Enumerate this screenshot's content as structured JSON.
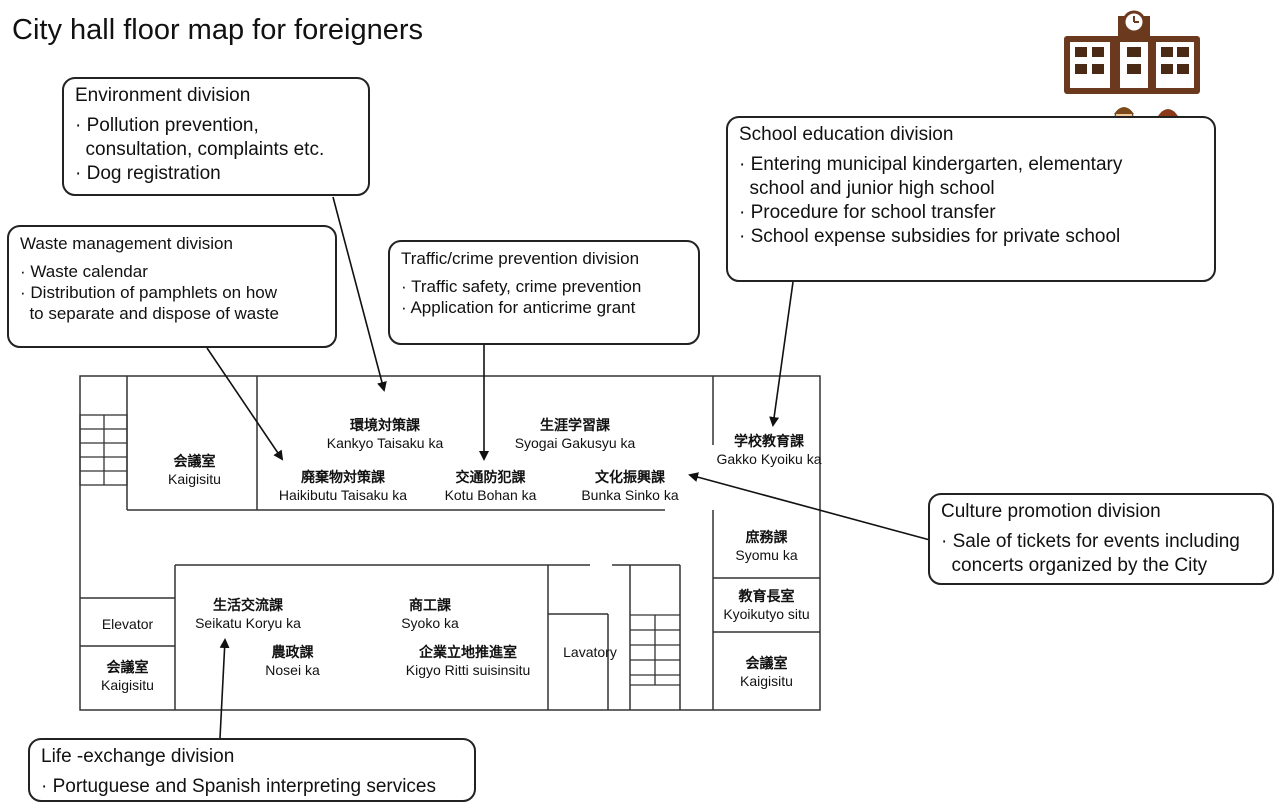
{
  "title": "City hall floor map for foreigners",
  "callouts": {
    "environment": {
      "heading": "Environment division",
      "items": [
        "· Pollution prevention,",
        "  consultation, complaints etc.",
        "· Dog registration"
      ]
    },
    "waste": {
      "heading": "Waste management division",
      "items": [
        "· Waste calendar",
        "· Distribution of pamphlets on how",
        "  to separate and dispose of waste"
      ]
    },
    "traffic": {
      "heading": "Traffic/crime prevention division",
      "items": [
        "· Traffic safety, crime prevention",
        "· Application for anticrime grant"
      ]
    },
    "school": {
      "heading": "School education division",
      "items": [
        "· Entering municipal kindergarten, elementary",
        "  school and junior high school",
        "· Procedure for school transfer",
        "· School expense subsidies for private school"
      ]
    },
    "culture": {
      "heading": "Culture promotion division",
      "items": [
        "· Sale of tickets for events including",
        "  concerts organized by the City"
      ]
    },
    "life": {
      "heading": "Life -exchange division",
      "items": [
        "· Portuguese and Spanish interpreting services"
      ]
    }
  },
  "rooms": {
    "kaigi1": {
      "jp": "会議室",
      "en": "Kaigisitu"
    },
    "kankyo": {
      "jp": "環境対策課",
      "en": "Kankyo  Taisaku ka"
    },
    "syogai": {
      "jp": "生涯学習課",
      "en": "Syogai Gakusyu ka"
    },
    "gakko": {
      "jp": "学校教育課",
      "en": "Gakko Kyoiku ka"
    },
    "haikibutu": {
      "jp": "廃棄物対策課",
      "en": "Haikibutu  Taisaku ka"
    },
    "kotu": {
      "jp": "交通防犯課",
      "en": "Kotu Bohan ka"
    },
    "bunka": {
      "jp": "文化振興課",
      "en": "Bunka Sinko ka"
    },
    "syomu": {
      "jp": "庶務課",
      "en": "Syomu ka"
    },
    "kyoikutyo": {
      "jp": "教育長室",
      "en": "Kyoikutyo situ"
    },
    "seikatu": {
      "jp": "生活交流課",
      "en": "Seikatu Koryu ka"
    },
    "syoko": {
      "jp": "商工課",
      "en": "Syoko ka"
    },
    "nosei": {
      "jp": "農政課",
      "en": "Nosei ka"
    },
    "kigyo": {
      "jp": "企業立地推進室",
      "en": "Kigyo Ritti suisinsitu"
    },
    "elevator": {
      "en": "Elevator"
    },
    "kaigi2": {
      "jp": "会議室",
      "en": "Kaigisitu"
    },
    "lavatory": {
      "en": "Lavatory"
    },
    "kaigi3": {
      "jp": "会議室",
      "en": "Kaigisitu"
    }
  },
  "icons": [
    "city-hall-building-icon",
    "children-icon"
  ],
  "colors": {
    "line": "#222222",
    "building": "#6b3a1e",
    "building_window": "#4a2a14"
  }
}
